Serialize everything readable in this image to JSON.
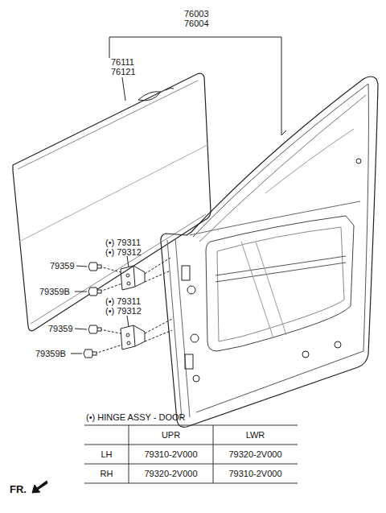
{
  "diagram": {
    "labels": [
      "76003",
      "76004",
      "76111",
      "76121",
      "(•) 79311",
      "(•) 79312",
      "79359",
      "79359B",
      "(•) 79311",
      "(•) 79312",
      "79359",
      "79359B",
      "(•) HINGE ASSY - DOOR",
      "UPR",
      "LWR",
      "LH",
      "79310-2V000",
      "79320-2V000",
      "RH",
      "79320-2V000",
      "79310-2V000",
      "FR."
    ]
  }
}
